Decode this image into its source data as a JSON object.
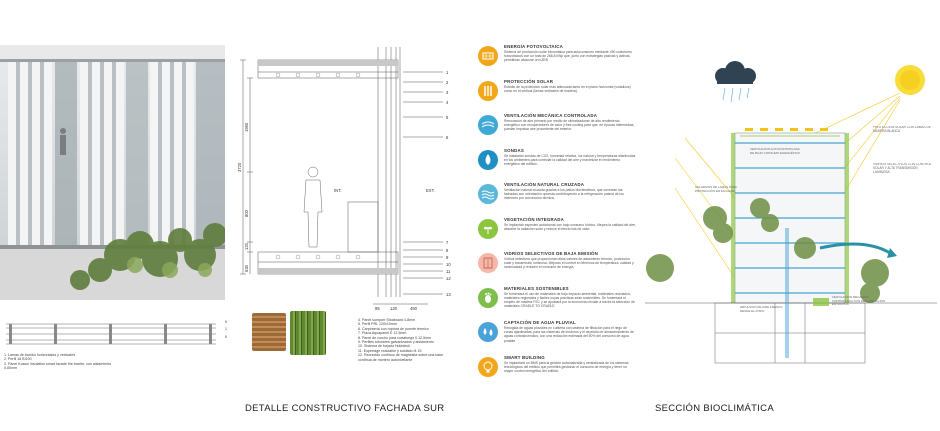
{
  "captions": {
    "left": "DETALLE CONSTRUCTIVO FACHADA SUR",
    "right": "SECCIÓN BIOCLIMÁTICA"
  },
  "section_labels": {
    "int": "INT.",
    "ext": "EXT."
  },
  "dimensions": {
    "total_height": "3720",
    "upper": "1950",
    "middle": "800",
    "lower": "120",
    "bottom": "630",
    "bottom_widths": [
      "85",
      "120",
      "450"
    ]
  },
  "callout_numbers_upper": [
    "1",
    "2",
    "3",
    "4",
    "5",
    "6"
  ],
  "callout_numbers_lower": [
    "7",
    "8",
    "9",
    "10",
    "11",
    "12",
    "13"
  ],
  "plan_numbers": [
    "6",
    "1",
    "5"
  ],
  "legend_left": [
    "1. Lamas de bambú horizontales y verticales",
    "2. Perfil 18 BI100",
    "3. Panel Kossol insulation smart facade fire barrier, con aislamiento 0,80mm"
  ],
  "legend_right": [
    "4. Panel sumporr Stoaboard 4-8mm",
    "5. Perfil PRL 120x10mm",
    "6. Carpintería con ruptura de puente térmico",
    "7. Placa Aquapanel E 12,5mm",
    "8. Panel de corcho para cortafuego 0.12,5mm",
    "9. Perfiles tubulares galvanizados y aislamiento",
    "10. Sistema de forjado Holedeck",
    "11. Esperrage reactable y soldado f4 15",
    "12. Recrecido continuo de magnesita sobre una base",
    "continua de mortero autonivelante"
  ],
  "strategies": [
    {
      "title": "ENERGÍA FOTOVOLTAICA",
      "color": "#f2a71b",
      "icon": "solar-panel-icon",
      "body": "Sistema de producción solar fotovoltaica para autoconsumo mediante 490 colectores fotovoltaicos con un total de 268,8 kWp que, junto con estrategias pasivas y activas, permitirían alcanzar un nZEB"
    },
    {
      "title": "PROTECCIÓN SOLAR",
      "color": "#f2a71b",
      "icon": "louver-icon",
      "body": "Estudio de la protección solar más adecuada tanto en el plano horizontal (voladizos) como en el vertical (lamas verticales de madera)."
    },
    {
      "title": "VENTILACIÓN MECÁNICA CONTROLADA",
      "color": "#3fa9d6",
      "icon": "airflow-icon",
      "body": "Renovación de aire primario por medio de climatizadoras de alto rendimiento energético con recuperadores de calor y free cooling para que, en épocas intermedias, puedan impulsar aire procedente del exterior."
    },
    {
      "title": "SONDAS",
      "color": "#1f8fc4",
      "icon": "sensor-drop-icon",
      "body": "Se instalarán sondas de CO2, humedad relativa, luz natural y temperaturas distribuidas en los ambientes para controlar la calidad del aire y maximizar el rendimiento energético del edificio."
    },
    {
      "title": "VENTILACIÓN NATURAL CRUZADA",
      "color": "#5bb8d9",
      "icon": "wind-waves-icon",
      "body": "Ventilación natural cruzada gracias a los patios bioclimáticos, que conectan las fachadas con orientación opuesta contribuyendo a la refrigeración pasiva de los interiores por convección térmica."
    },
    {
      "title": "VEGETACIÓN INTEGRADA",
      "color": "#8cc63f",
      "icon": "plant-icon",
      "body": "Se implantan especies autóctonas con bajo consumo hídrico. Mejora la calidad del aire, absorbe la radiación solar y reduce el efecto isla de calor."
    },
    {
      "title": "VIDRIOS SELECTIVOS DE BAJA EMISIÓN",
      "color": "#f5b7a8",
      "icon": "glass-icon",
      "body": "Vidrios selectivos que proporcionan altos valores de aislamiento térmico, protección solar y transmisión luminosa. Mejoran el confort en términos de temperatura, calidad y luminosidad y reducen el consumo de energía."
    },
    {
      "title": "MATERIALES SOSTENIBLES",
      "color": "#7dbf4a",
      "icon": "footprint-icon",
      "body": "Se fomentará el uso de materiales de bajo impacto ambiental, materiales reciclados, materiales regionales y fáciles cuyas prácticas sean sostenibles. Se fomentará el empleo de madera FSC y se apostará por la economía circular a través la selección de materiales CRADLE TO CRADLE."
    },
    {
      "title": "CAPTACIÓN DE AGUA PLUVIAL",
      "color": "#4aa3d8",
      "icon": "water-drops-icon",
      "body": "Recogida de aguas pluviales en cubierta con sistema de filtración para el riego de zonas ajardinadas, para las cisternas de inodoros y el depósito de almacenamiento de aguas contraincendios, con una reducción estimada del 50% del consumo de agua potable."
    },
    {
      "title": "SMART BUILDING",
      "color": "#f2a71b",
      "icon": "lightbulb-icon",
      "body": "Se implantará un BMS para la gestión automatizada y centralizada de los sistemas tecnológicos del edificio que permitirá gestionar el consumo de energía y tener un mayor control energético del edificio."
    }
  ],
  "section_notes": {
    "right_top": "PROTECCIÓN SOLAR CON LAMAS DE MADERA BLANCA",
    "right_mid": "VIDRIOS SELECTIVOS CON CONTROL SOLAR Y ALTA TRANSMISIÓN LUMINOSA",
    "left_top": "VENTILACIÓN AUTOCONTROLADA DE BAJO CONSUMO ENERGÉTICO",
    "left_mid": "VOLADIZOS DE LAMAS PARA PROTECCIÓN EN FACHADA",
    "bottom_left": "IMPULSIÓN DE AIRE FRESCO DESDE EL ATRIO",
    "bottom_right": "VENTILACIÓN MECÁNICA CONTROLADA CON RECUPERACIÓN ENTÁLPICA"
  },
  "colors": {
    "sun": "#f5d020",
    "cloud": "#2f4352",
    "green": "#8cc63f",
    "blue": "#1f8fc4",
    "yellow": "#f2c418"
  }
}
